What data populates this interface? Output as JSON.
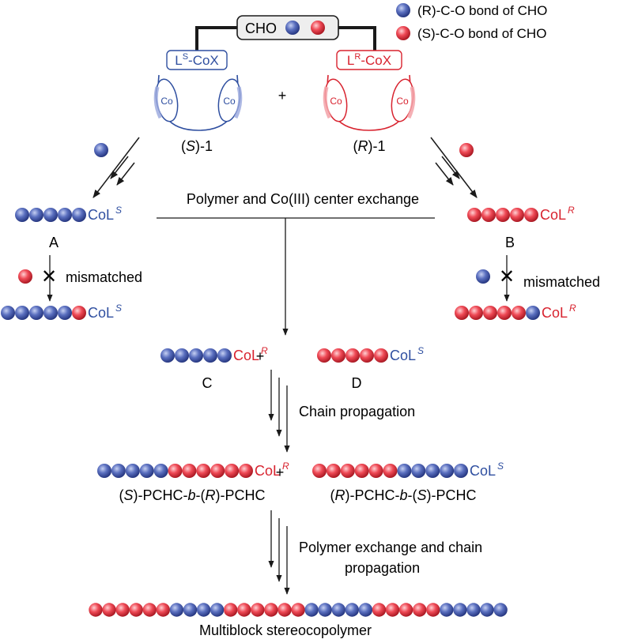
{
  "colors": {
    "r_bead": "#4a5fa8",
    "s_bead": "#e0303e",
    "blue_text": "#2f4fa0",
    "red_text": "#d8232f",
    "line": "#1a1a1a"
  },
  "legend": {
    "r_label": "(R)-C-O bond of CHO",
    "s_label": "(S)-C-O bond of CHO"
  },
  "monomer_box": {
    "label": "CHO"
  },
  "catalyst_s": {
    "box_prefix": "L",
    "box_sup": "S",
    "box_suffix": "-CoX",
    "co_label": "Co",
    "name_open": "(",
    "name_italic": "S",
    "name_close": ")-1"
  },
  "catalyst_r": {
    "box_prefix": "L",
    "box_sup": "R",
    "box_suffix": "-CoX",
    "co_label": "Co",
    "name_open": "(",
    "name_italic": "R",
    "name_close": ")-1"
  },
  "plus": "+",
  "exchange_label": "Polymer and Co(III) center exchange",
  "mismatched": "mismatched",
  "cross": "✕",
  "chains": {
    "A": {
      "letter": "A",
      "beads": "RRRRR",
      "end_base": "CoL",
      "end_sup": "S",
      "end_color": "blue"
    },
    "A2": {
      "beads": "RRRRRS",
      "end_base": "CoL",
      "end_sup": "S",
      "end_color": "blue"
    },
    "B": {
      "letter": "B",
      "beads": "SSSSS",
      "end_base": "CoL",
      "end_sup": "R",
      "end_color": "red"
    },
    "B2": {
      "beads": "SSSSSR",
      "end_base": "CoL",
      "end_sup": "R",
      "end_color": "red"
    },
    "C": {
      "letter": "C",
      "beads": "RRRRR",
      "end_base": "CoL",
      "end_sup": "R",
      "end_color": "red"
    },
    "D": {
      "letter": "D",
      "beads": "SSSSS",
      "end_base": "CoL",
      "end_sup": "S",
      "end_color": "blue"
    },
    "E": {
      "beads": "RRRRRSSSSSS",
      "end_base": "CoL",
      "end_sup": "R",
      "end_color": "red"
    },
    "F": {
      "beads": "SSSSSSRRRRR",
      "end_base": "CoL",
      "end_sup": "S",
      "end_color": "blue"
    },
    "final": {
      "beads": "SSSSSSRRRRSSSSSSRRRRRSSSSSRRRRR"
    }
  },
  "chain_propagation": "Chain propagation",
  "block_left": {
    "p1": "(",
    "i1": "S",
    "p2": ")-PCHC-",
    "i2": "b",
    "p3": "-(",
    "i3": "R",
    "p4": ")-PCHC"
  },
  "block_right": {
    "p1": "(",
    "i1": "R",
    "p2": ")-PCHC-",
    "i2": "b",
    "p3": "-(",
    "i3": "S",
    "p4": ")-PCHC"
  },
  "polymer_exchange_line1": "Polymer exchange and chain",
  "polymer_exchange_line2": "propagation",
  "final_label": "Multiblock stereocopolymer"
}
